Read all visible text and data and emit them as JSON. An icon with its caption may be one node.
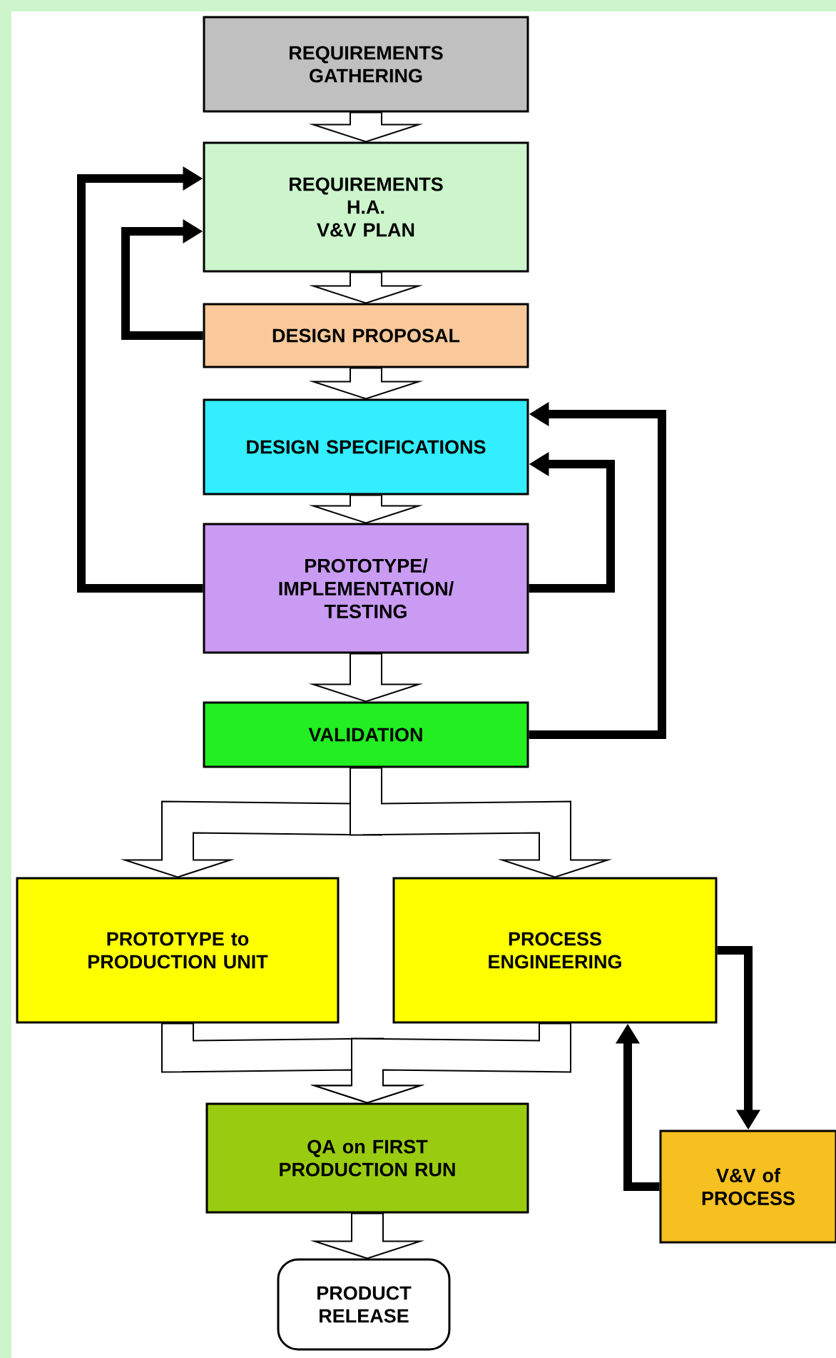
{
  "diagram": {
    "nodes": [
      {
        "text": [
          "REQUIREMENTS GATHERING"
        ]
      },
      {
        "text": [
          "REQUIREMENTS",
          "H.A.",
          "V&V PLAN"
        ]
      },
      {
        "text": [
          "DESIGN PROPOSAL"
        ]
      },
      {
        "text": [
          "DESIGN SPECIFICATIONS"
        ]
      },
      {
        "text": [
          "PROTOTYPE/ IMPLEMENTATION/ TESTING"
        ]
      },
      {
        "text": [
          "VALIDATION"
        ]
      },
      {
        "text": [
          "PROTOTYPE to PRODUCTION UNIT"
        ]
      },
      {
        "text": [
          "PROCESS ENGINEERING"
        ]
      },
      {
        "text": [
          "QA on FIRST PRODUCTION RUN"
        ]
      },
      {
        "text": [
          "PRODUCT RELEASE"
        ]
      },
      {
        "text": [
          "V&V of PROCESS"
        ]
      }
    ],
    "edges": [
      {
        "from": 0,
        "to": 1,
        "arrow": "to",
        "style": "thick"
      },
      {
        "from": 1,
        "to": 2,
        "arrow": "to",
        "style": "thick"
      },
      {
        "from": 2,
        "to": 3,
        "arrow": "to",
        "style": "thick"
      },
      {
        "from": 3,
        "to": 4,
        "arrow": "to",
        "style": "thick"
      },
      {
        "from": 4,
        "to": 5,
        "arrow": "to",
        "style": "thick"
      },
      {
        "from": 5,
        "to": 6,
        "arrow": "to",
        "style": "thick"
      },
      {
        "from": 5,
        "to": 7,
        "arrow": "to",
        "style": "thick"
      },
      {
        "from": 6,
        "to": 8,
        "arrow": "to",
        "style": "thick"
      },
      {
        "from": 7,
        "to": 8,
        "arrow": "to",
        "style": "thick"
      },
      {
        "from": 8,
        "to": 9,
        "arrow": "to",
        "style": "thick"
      },
      {
        "from": 2,
        "to": 1,
        "arrow": "to"
      },
      {
        "from": 4,
        "to": 1,
        "arrow": "to"
      },
      {
        "from": 4,
        "to": 3,
        "arrow": "to"
      },
      {
        "from": 5,
        "to": 3,
        "arrow": "to"
      },
      {
        "from": 7,
        "to": 10,
        "arrow": "to"
      },
      {
        "from": 10,
        "to": 7,
        "arrow": "to"
      }
    ]
  }
}
